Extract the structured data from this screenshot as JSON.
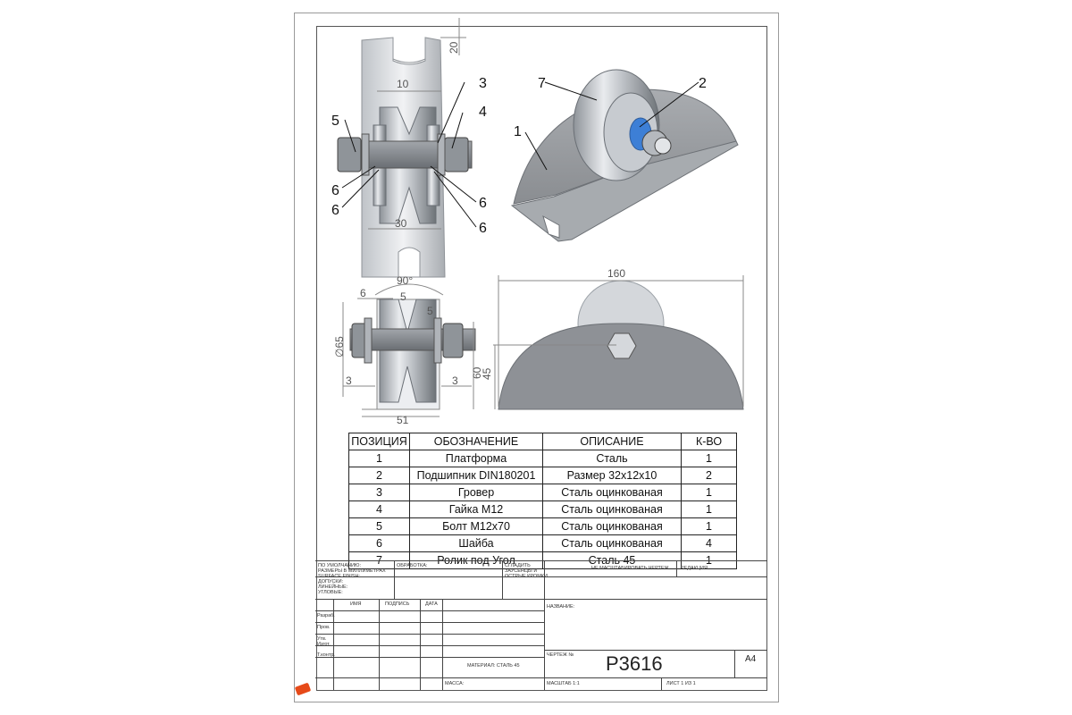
{
  "drawing": {
    "callouts": [
      "1",
      "2",
      "3",
      "4",
      "5",
      "6",
      "6",
      "6",
      "6",
      "7"
    ],
    "dims": {
      "d20": "20",
      "d10": "10",
      "d30": "30",
      "d90": "90°",
      "d6": "6",
      "d5a": "5",
      "d5b": "5",
      "dphi65": "∅65",
      "d3a": "3",
      "d3b": "3",
      "d60": "60",
      "d51": "51",
      "d160": "160",
      "d45": "45"
    }
  },
  "bom": {
    "headers": [
      "ПОЗИЦИЯ",
      "ОБОЗНАЧЕНИЕ",
      "ОПИСАНИЕ",
      "К-ВО"
    ],
    "rows": [
      [
        "1",
        "Платформа",
        "Сталь",
        "1"
      ],
      [
        "2",
        "Подшипник DIN180201",
        "Размер 32х12х10",
        "2"
      ],
      [
        "3",
        "Гровер",
        "Сталь оцинкованая",
        "1"
      ],
      [
        "4",
        "Гайка М12",
        "Сталь оцинкованая",
        "1"
      ],
      [
        "5",
        "Болт М12х70",
        "Сталь оцинкованая",
        "1"
      ],
      [
        "6",
        "Шайба",
        "Сталь оцинкованая",
        "4"
      ],
      [
        "7",
        "Ролик под Угол",
        "Сталь 45",
        "1"
      ]
    ]
  },
  "title_block": {
    "defaults": "ПО УМОЛЧАНИЮ:\nРАЗМЕРЫ В МИЛЛИМЕТРАХ\nSURFACE FINISH:\nДОПУСКИ:\n   ЛИНЕЙНЫЕ:\n   УГЛОВЫЕ:",
    "processing": "ОБРАБОТКА:",
    "deburr": "СГЛАДИТЬ\nЗАУСЕНЦЫ И\nОСТРЫЕ КРОМКИ",
    "no_scale": "НЕ МАСШТАБИРОВАТЬ ЧЕРТЕЖ",
    "revision": "РЕДАКЦИЯ",
    "col_name": "ИМЯ",
    "col_sign": "ПОДПИСЬ",
    "col_date": "ДАТА",
    "roles": [
      "Разраб.",
      "Пров.",
      "Утв.",
      "Изгот.",
      "Т.контр."
    ],
    "title_label": "НАЗВАНИЕ:",
    "material": "МАТЕРИАЛ: СТАЛЬ 45",
    "drawing_no_label": "ЧЕРТЕЖ №",
    "drawing_no": "P3616",
    "size": "A4",
    "mass": "МАССА:",
    "scale": "МАСШТАБ 1:1",
    "sheet": "ЛИСТ 1 ИЗ 1"
  },
  "colors": {
    "metal_light": "#d9dde3",
    "metal_mid": "#9ea3a9",
    "metal_dark": "#5f6368",
    "bearing_blue": "#3d7fd6",
    "ink": "#111111"
  }
}
